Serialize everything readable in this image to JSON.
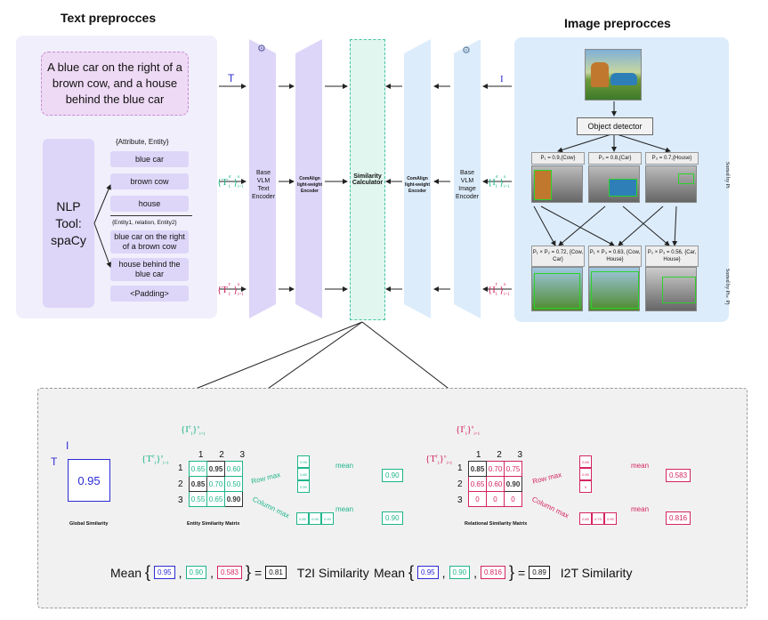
{
  "headers": {
    "text": "Text preprocces",
    "image": "Image preprocces"
  },
  "caption": "A blue car on the right of a brown cow, and a house behind the blue car",
  "nlp_tool": "NLP Tool: spaCy",
  "attr_entity_label": "{Attribute, Entity}",
  "attr_entities": [
    "blue car",
    "brown cow",
    "house"
  ],
  "relation_label": "{Entity1, relation, Entity2}",
  "relations": [
    "blue car on the right of a brown cow",
    "house behind the blue car"
  ],
  "padding_label": "<Padding>",
  "arrows": {
    "T": "T",
    "I": "I"
  },
  "encoders": {
    "text_base": "Base VLM Text Encoder",
    "text_light": "ComAlign light-weight Encoder",
    "sim": "Similarity Calculator",
    "image_light": "ComAlign light-weight Encoder",
    "image_base": "Base VLM Image Encoder"
  },
  "object_detector": "Object detector",
  "det_tags": [
    "P₁ = 0.9,{Cow}",
    "P₂ = 0.8,{Car}",
    "P₃ = 0.7,{House}"
  ],
  "pair_tags": [
    "P₁ × P₂ = 0.72, {Cow, Car}",
    "P₁ × P₃ = 0.63, {Cow, House}",
    "P₂ × P₃ = 0.56, {Car, House}"
  ],
  "sorted_labels": [
    "Sorted by Pi",
    "Sorted by Pi×Pj"
  ],
  "global": {
    "value": "0.95",
    "label": "Global Similarity",
    "T": "T",
    "I": "I"
  },
  "entity": {
    "label": "Entity Similarity Matrix",
    "cols": [
      "1",
      "2",
      "3"
    ],
    "rows": [
      "1",
      "2",
      "3"
    ],
    "matrix": [
      [
        "0.65",
        "0.95",
        "0.60"
      ],
      [
        "0.85",
        "0.70",
        "0.50"
      ],
      [
        "0.55",
        "0.65",
        "0.90"
      ]
    ],
    "row_max": [
      "0.95",
      "0.85",
      "0.90"
    ],
    "col_max": [
      "0.85",
      "0.95",
      "0.90"
    ],
    "row_mean": "0.90",
    "col_mean": "0.90"
  },
  "relational": {
    "label": "Relational Similarity Matrix",
    "cols": [
      "1",
      "2",
      "3"
    ],
    "rows": [
      "1",
      "2",
      "3"
    ],
    "matrix": [
      [
        "0.85",
        "0.70",
        "0.75"
      ],
      [
        "0.65",
        "0.60",
        "0.90"
      ],
      [
        "0",
        "0",
        "0"
      ]
    ],
    "row_max": [
      "0.85",
      "0.90",
      "0"
    ],
    "col_max": [
      "0.85",
      "0.70",
      "0.90"
    ],
    "row_mean": "0.583",
    "col_mean": "0.816"
  },
  "row_max_label": "Row max",
  "col_max_label": "Column max",
  "mean_label": "mean",
  "t2i": {
    "prefix": "Mean",
    "values": [
      "0.95",
      "0.90",
      "0.583"
    ],
    "result": "0.81",
    "label": "T2I Similarity"
  },
  "i2t": {
    "prefix": "Mean",
    "values": [
      "0.95",
      "0.90",
      "0.816"
    ],
    "result": "0.89",
    "label": "I2T Similarity"
  },
  "colors": {
    "blue": "#2b2bd6",
    "green": "#1fb58a",
    "red": "#d4265f",
    "lavender": "#ddd6f8",
    "lightblue": "#dcecfb"
  }
}
